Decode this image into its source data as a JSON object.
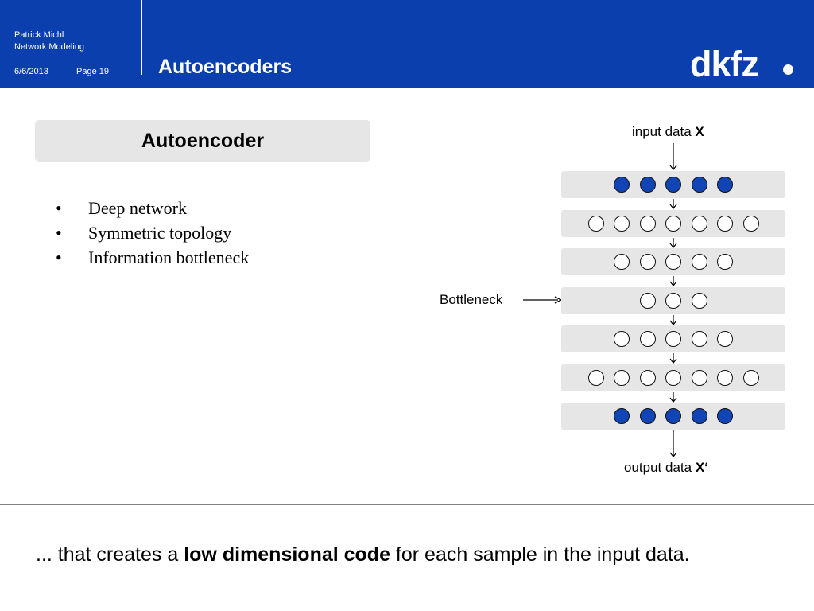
{
  "header": {
    "author": "Patrick Michl",
    "topic": "Network Modeling",
    "date": "6/6/2013",
    "page": "Page 19",
    "title": "Autoencoders",
    "logo_text": "dkfz"
  },
  "content": {
    "box_heading": "Autoencoder",
    "bullets": [
      "Deep network",
      "Symmetric topology",
      "Information bottleneck"
    ]
  },
  "diagram": {
    "input_label": "input data ",
    "input_symbol": "X",
    "output_label": "output data ",
    "output_symbol": "X‘",
    "bottleneck_label": "Bottleneck",
    "layers": [
      {
        "nodes": 5,
        "filled": true
      },
      {
        "nodes": 7,
        "filled": false
      },
      {
        "nodes": 5,
        "filled": false
      },
      {
        "nodes": 3,
        "filled": false
      },
      {
        "nodes": 5,
        "filled": false
      },
      {
        "nodes": 7,
        "filled": false
      },
      {
        "nodes": 5,
        "filled": true
      }
    ],
    "node_fill_color": "#1144b4"
  },
  "footer": {
    "prefix": "... that creates a ",
    "emphasis": "low dimensional code",
    "suffix": " for each sample in the input data."
  },
  "colors": {
    "header_blue": "#0b3fae",
    "panel_gray": "#e6e6e6"
  }
}
